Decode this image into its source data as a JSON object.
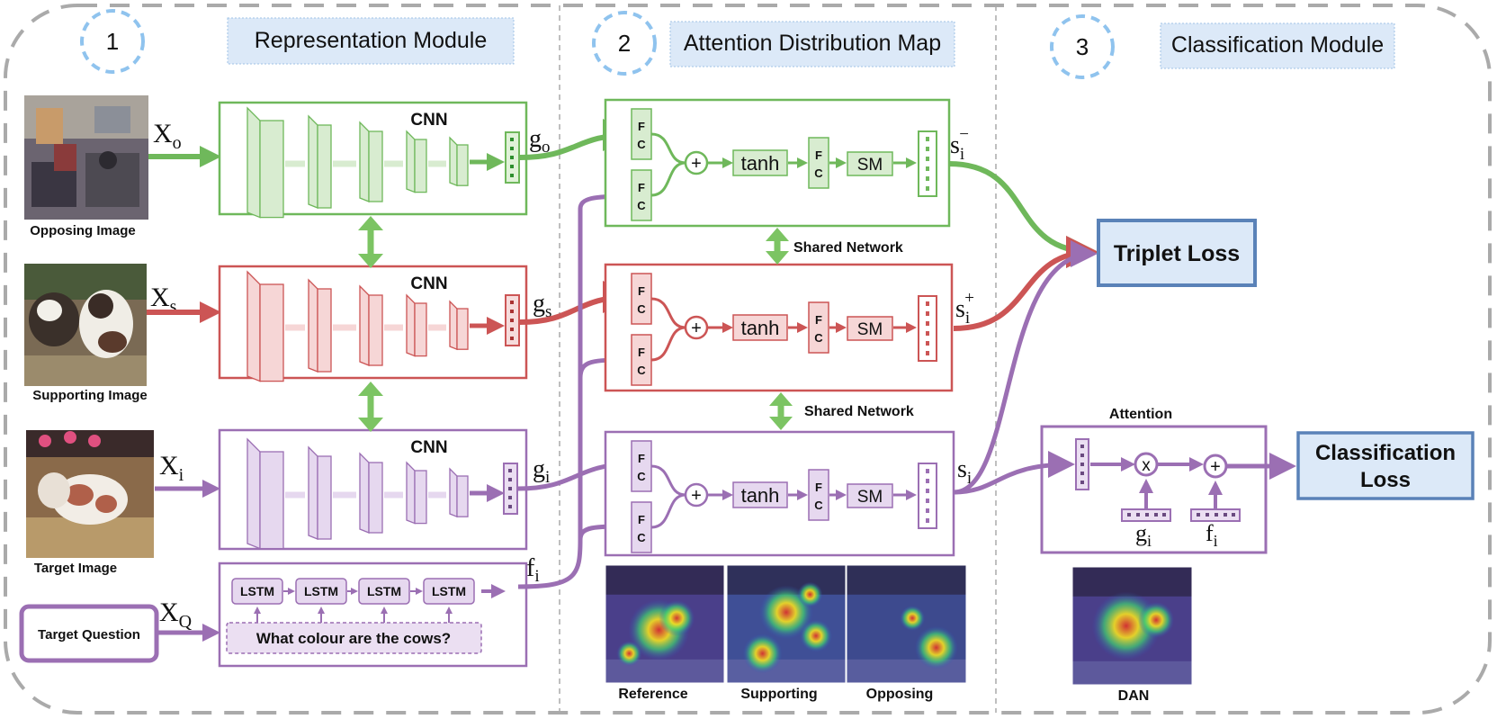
{
  "sections": [
    {
      "number": "1",
      "title": "Representation Module"
    },
    {
      "number": "2",
      "title": "Attention Distribution Map"
    },
    {
      "number": "3",
      "title": "Classification Module"
    }
  ],
  "images": {
    "opposing": "Opposing  Image",
    "supporting": "Supporting Image",
    "target": "Target Image"
  },
  "inputs": {
    "xo": {
      "base": "X",
      "sub": "o"
    },
    "xs": {
      "base": "X",
      "sub": "s"
    },
    "xi": {
      "base": "X",
      "sub": "i"
    },
    "xq": {
      "base": "X",
      "sub": "Q"
    }
  },
  "cnn_label": "CNN",
  "features": {
    "go": {
      "base": "g",
      "sub": "o"
    },
    "gs": {
      "base": "g",
      "sub": "s"
    },
    "gi": {
      "base": "g",
      "sub": "i"
    },
    "fi": {
      "base": "f",
      "sub": "i"
    }
  },
  "lstm_label": "LSTM",
  "question_box": "Target Question",
  "question_text": "What colour are the cows?",
  "attention_block": {
    "fc_top": "F",
    "fc_bottom": "C",
    "plus": "+",
    "tanh": "tanh",
    "sm": "SM"
  },
  "shared_network": "Shared Network",
  "scores": {
    "s_minus": {
      "base": "s",
      "sub": "i",
      "sup": "−"
    },
    "s_plus": {
      "base": "s",
      "sub": "i",
      "sup": "+"
    },
    "s": {
      "base": "s",
      "sub": "i"
    }
  },
  "triplet_loss": "Triplet Loss",
  "attention_label": "Attention",
  "times_symbol": "x",
  "classification_loss": [
    "Classification",
    "Loss"
  ],
  "heatmap_labels": {
    "reference": "Reference",
    "supporting": "Supporting",
    "opposing": "Opposing",
    "dan": "DAN"
  },
  "colors": {
    "green": "#6fb85b",
    "red": "#cc5555",
    "purple": "#9b6fb3",
    "blue_box": "#5a82b8",
    "blue_fill": "#dce9f8",
    "dash_blue": "#8fc3ee"
  }
}
